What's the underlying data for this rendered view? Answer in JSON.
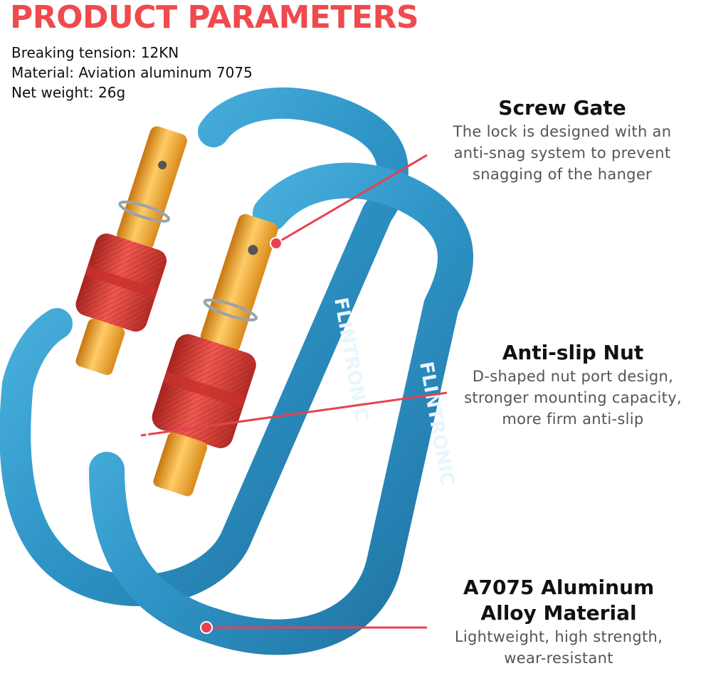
{
  "header": {
    "title": "PRODUCT PARAMETERS"
  },
  "specs": [
    "Breaking tension: 12KN",
    "Material: Aviation aluminum 7075",
    "Net weight: 26g"
  ],
  "features": [
    {
      "title_lines": [
        "Screw Gate"
      ],
      "desc_lines": [
        "The lock is designed with an",
        "anti-snag system to prevent",
        "snagging of the hanger"
      ]
    },
    {
      "title_lines": [
        "Anti-slip Nut"
      ],
      "desc_lines": [
        "D-shaped nut port design,",
        "stronger mounting capacity,",
        "more firm anti-slip"
      ]
    },
    {
      "title_lines": [
        "A7075 Aluminum",
        "Alloy Material"
      ],
      "desc_lines": [
        "Lightweight, high strength,",
        "wear-resistant"
      ]
    }
  ],
  "product": {
    "brand": "FLINTRONIC",
    "colors": {
      "body": "#3aa3d3",
      "gate": "#f0a530",
      "nut": "#d93a35",
      "callout": "#e8414f"
    }
  }
}
